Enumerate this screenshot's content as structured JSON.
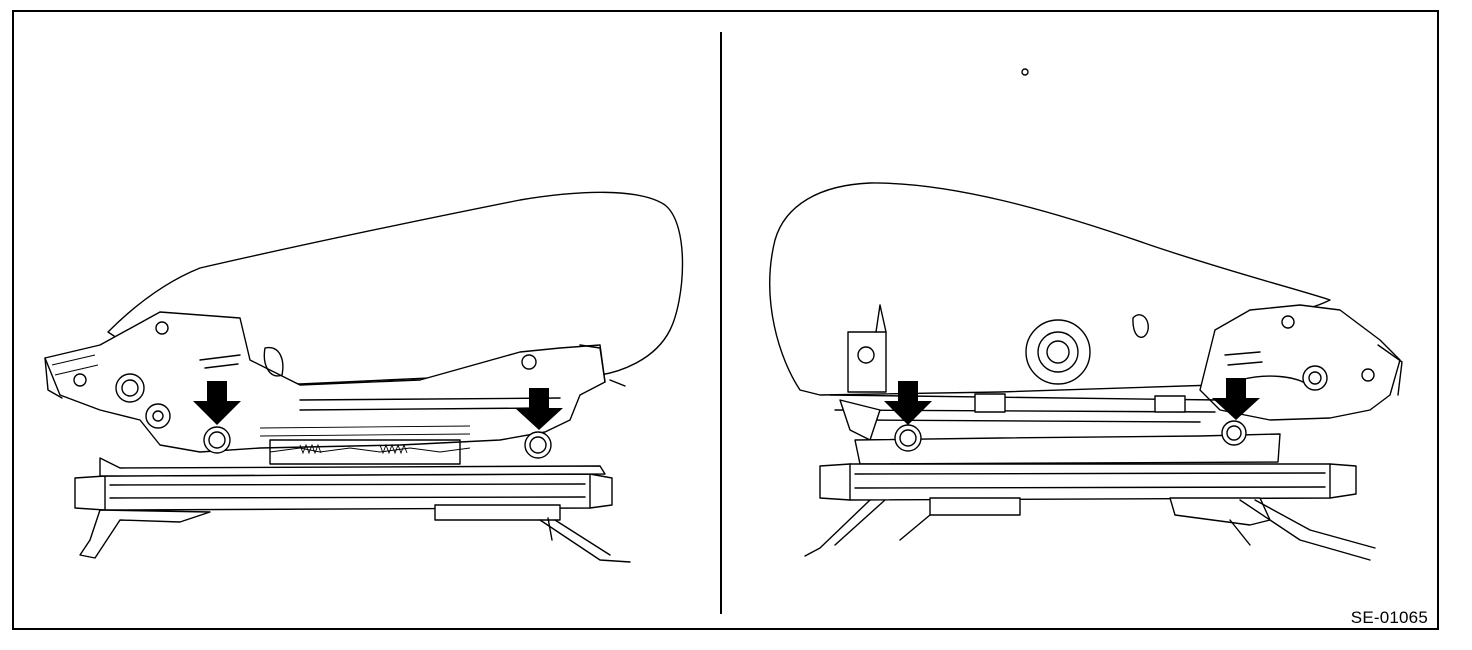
{
  "figure": {
    "code": "SE-01065",
    "colors": {
      "line": "#000000",
      "background": "#ffffff"
    }
  },
  "views": [
    {
      "side": "left",
      "marked_bolts": 2
    },
    {
      "side": "right",
      "marked_bolts": 2
    }
  ]
}
